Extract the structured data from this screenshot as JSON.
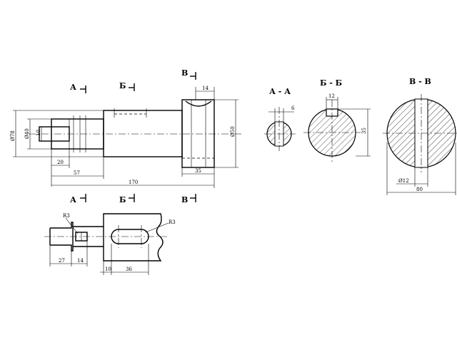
{
  "labels": {
    "cut_a": "А",
    "cut_b": "Б",
    "cut_v": "В",
    "section_a": "А - А",
    "section_b": "Б - Б",
    "section_v": "В - В"
  },
  "dims": {
    "d78": "Ø78",
    "d40": "Ø40",
    "d10": "10",
    "d50": "Ø50",
    "w14": "14",
    "l20": "20",
    "l57": "57",
    "l170": "170",
    "l35": "35",
    "s6": "6",
    "s12": "12",
    "s35": "35",
    "d12": "Ø12",
    "w80": "80",
    "r3a": "R3",
    "r3b": "R3",
    "l27": "27",
    "l14": "14",
    "l10": "10",
    "l36": "36"
  }
}
